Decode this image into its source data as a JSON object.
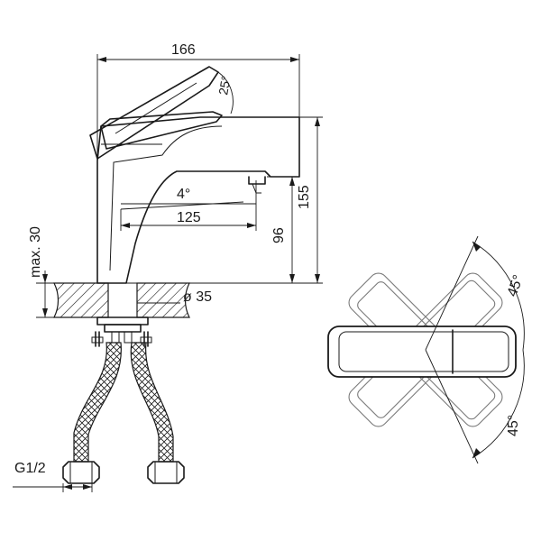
{
  "dimensions": {
    "overall_width": "166",
    "lever_angle": "25°",
    "spout_angle": "4°",
    "spout_reach": "125",
    "spout_height": "96",
    "total_height": "155",
    "max_thickness": "max. 30",
    "hole_diameter": "ø 35",
    "thread": "G1/2",
    "rotation_up": "45°",
    "rotation_down": "45°"
  }
}
